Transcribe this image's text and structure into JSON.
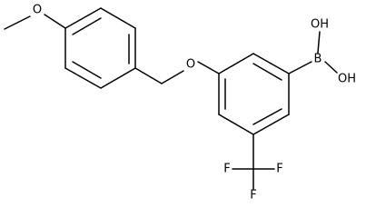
{
  "labels": {
    "methoxy_o": "O",
    "ether_o": "O",
    "boron": "B",
    "hydroxyl_1": "OH",
    "hydroxyl_2": "OH",
    "fluorine_1": "F",
    "fluorine_2": "F",
    "fluorine_3": "F"
  },
  "colors": {
    "stroke": "#000000",
    "background": "#ffffff"
  }
}
